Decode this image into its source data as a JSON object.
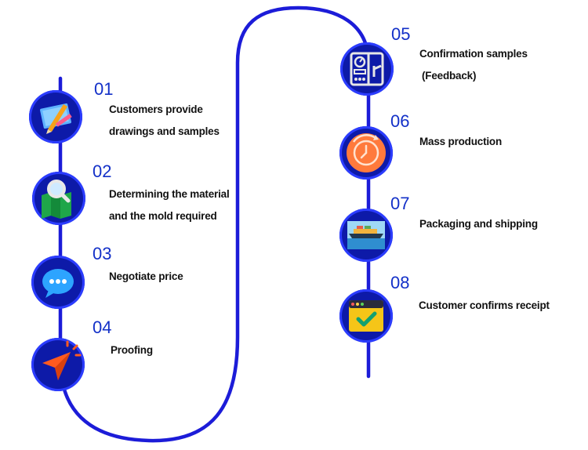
{
  "colors": {
    "track": "#1c1cd8",
    "circle": "#0d1aa8",
    "number": "#1330c8"
  },
  "steps": [
    {
      "number": "01",
      "line1": "Customers provide",
      "line2": "drawings and samples",
      "icon": "design-tools-icon"
    },
    {
      "number": "02",
      "line1": "Determining the material",
      "line2": "and the mold required",
      "icon": "map-magnifier-icon"
    },
    {
      "number": "03",
      "line1": "Negotiate price",
      "line2": "",
      "icon": "chat-bubble-icon"
    },
    {
      "number": "04",
      "line1": "Proofing",
      "line2": "",
      "icon": "paper-plane-icon"
    },
    {
      "number": "05",
      "line1": "Confirmation samples",
      "line2": "(Feedback)",
      "icon": "control-panel-icon"
    },
    {
      "number": "06",
      "line1": "Mass production",
      "line2": "",
      "icon": "clock-icon"
    },
    {
      "number": "07",
      "line1": "Packaging and shipping",
      "line2": "",
      "icon": "cargo-ship-icon"
    },
    {
      "number": "08",
      "line1": "Customer confirms receipt",
      "line2": "",
      "icon": "browser-check-icon"
    }
  ]
}
